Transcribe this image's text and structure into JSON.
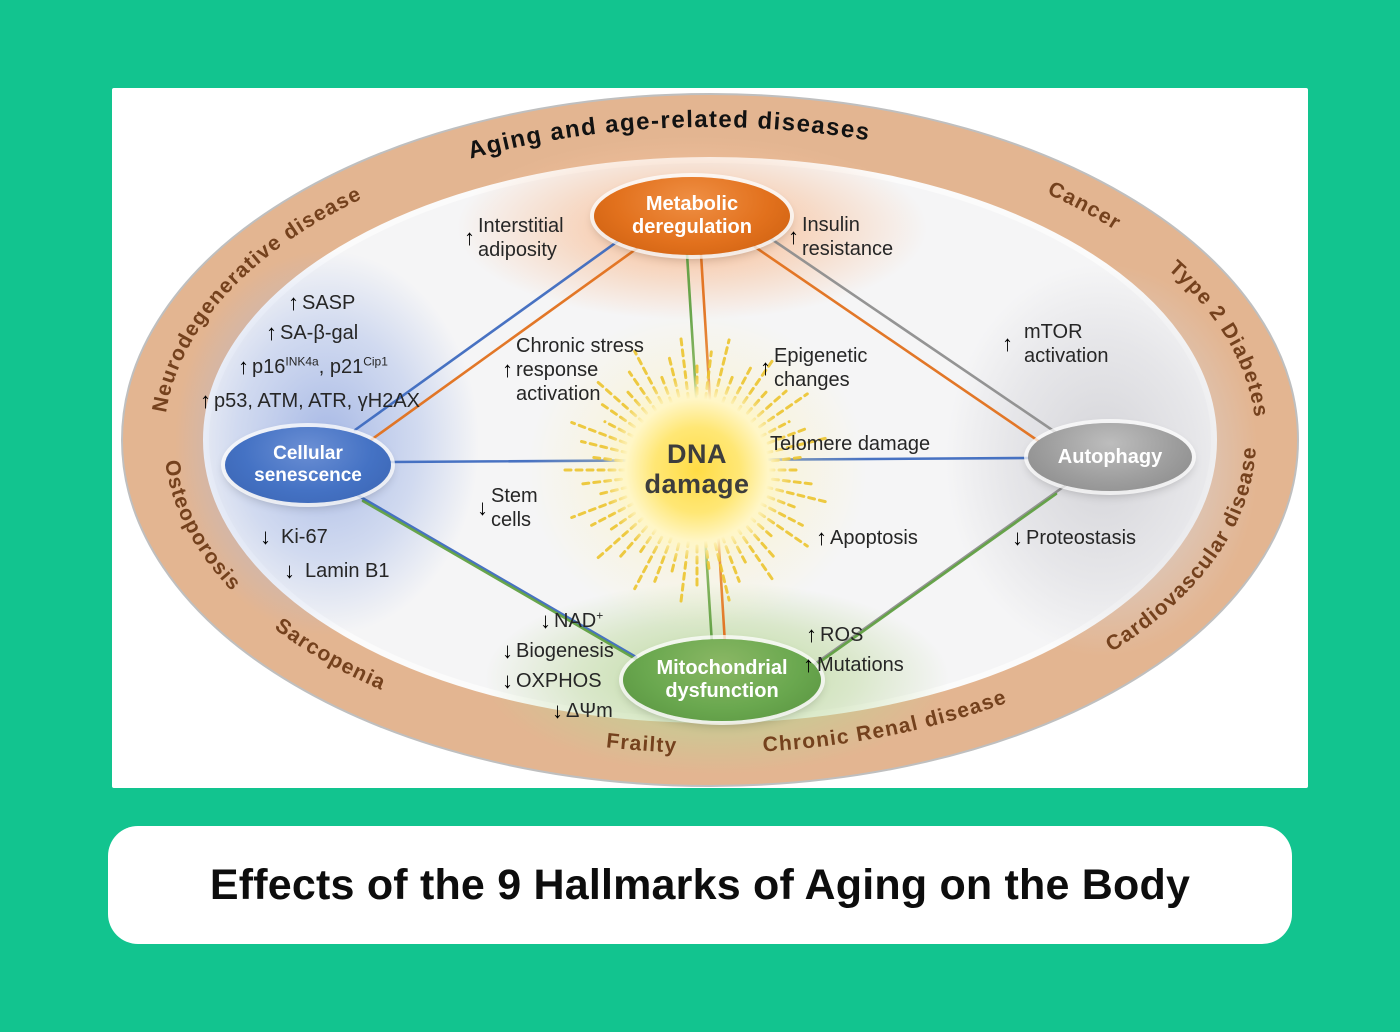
{
  "title": "Effects of the 9 Hallmarks of Aging on the Body",
  "ring": {
    "top_label": "Aging and age-related diseases",
    "diseases": {
      "neurodegenerative": "Neurodegenerative disease",
      "cancer": "Cancer",
      "type2_diabetes": "Type 2 Diabetes",
      "cardiovascular": "Cardiovascular disease",
      "chronic_renal": "Chronic Renal disease",
      "frailty": "Frailty",
      "sarcopenia": "Sarcopenia",
      "osteoporosis": "Osteoporosis"
    }
  },
  "center": {
    "line1": "DNA",
    "line2": "damage"
  },
  "nodes": {
    "metabolic": {
      "line1": "Metabolic",
      "line2": "deregulation",
      "color": "#e2711d"
    },
    "senescence": {
      "line1": "Cellular",
      "line2": "senescence",
      "color": "#4472c4"
    },
    "autophagy": {
      "line1": "Autophagy",
      "color": "#9e9e9e"
    },
    "mitochondrial": {
      "line1": "Mitochondrial",
      "line2": "dysfunction",
      "color": "#6aa84f"
    }
  },
  "annotations": {
    "interstitial": {
      "arrow": "↑",
      "line1": "Interstitial",
      "line2": "adiposity"
    },
    "insulin": {
      "arrow": "↑",
      "line1": "Insulin",
      "line2": "resistance"
    },
    "sasp": {
      "arrow": "↑",
      "text": "SASP"
    },
    "sabgal": {
      "arrow": "↑",
      "text": "SA-β-gal"
    },
    "p16": {
      "arrow": "↑",
      "base1": "p16",
      "sup1": "INK4a",
      "base2": ", p21",
      "sup2": "Cip1"
    },
    "p53": {
      "arrow": "↑",
      "text": "p53, ATM, ATR, γH2AX"
    },
    "ki67": {
      "arrow": "↓",
      "text": "Ki-67"
    },
    "laminb1": {
      "arrow": "↓",
      "text": "Lamin B1"
    },
    "chronic_stress": {
      "arrow": "↑",
      "line1": "Chronic stress",
      "line2": "response",
      "line3": "activation"
    },
    "epigenetic": {
      "arrow": "↑",
      "line1": "Epigenetic",
      "line2": "changes"
    },
    "telomere": {
      "text": "Telomere damage"
    },
    "mtor": {
      "arrow": "↑",
      "line1": "mTOR",
      "line2": "activation"
    },
    "proteostasis": {
      "arrow": "↓",
      "text": "Proteostasis"
    },
    "apoptosis": {
      "arrow": "↑",
      "text": "Apoptosis"
    },
    "stem": {
      "arrow": "↓",
      "line1": "Stem",
      "line2": "cells"
    },
    "nad": {
      "arrow": "↓",
      "base": "NAD",
      "sup": "+"
    },
    "biogenesis": {
      "arrow": "↓",
      "text": "Biogenesis"
    },
    "oxphos": {
      "arrow": "↓",
      "text": "OXPHOS"
    },
    "dpm": {
      "arrow": "↓",
      "text": "ΔΨm"
    },
    "ros": {
      "arrow": "↑",
      "text": "ROS"
    },
    "mutations": {
      "arrow": "↑",
      "text": "Mutations"
    }
  },
  "colors": {
    "background": "#12c48f",
    "ring": "#e3b591",
    "inner": "#f5f5f6",
    "line_blue": "#3f6cc0",
    "line_orange": "#e2711d",
    "line_green": "#61a143",
    "line_gray": "#8f8f8f",
    "sun": "#edc52f"
  }
}
